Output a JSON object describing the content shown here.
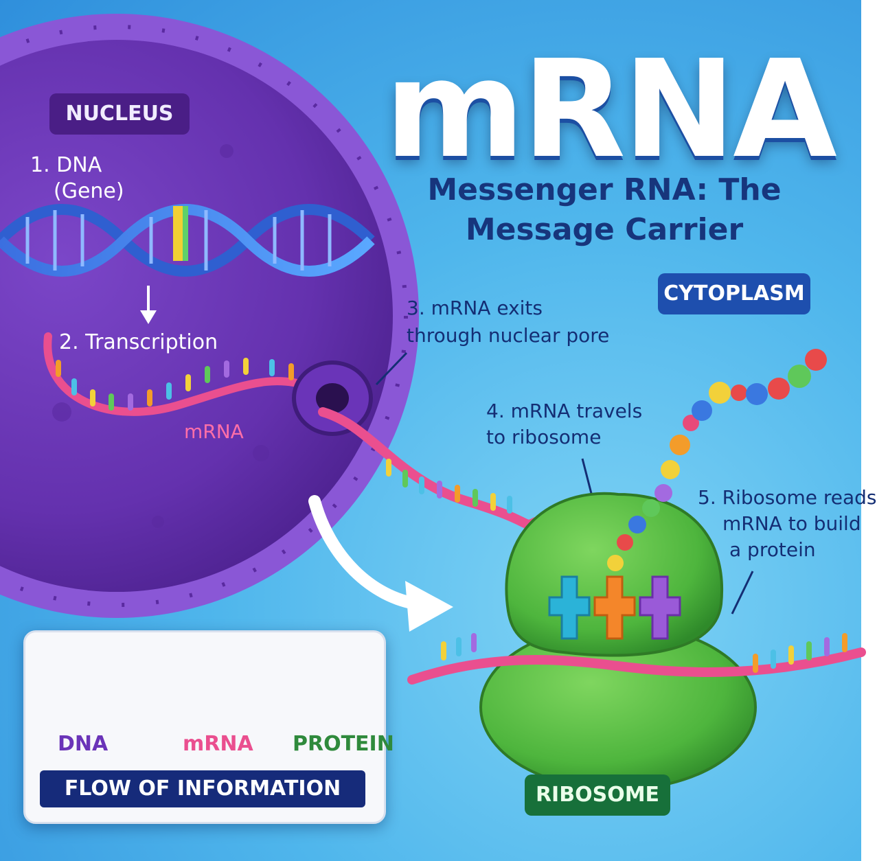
{
  "title": "mRNA",
  "subtitle": "Messenger RNA: The Message Carrier",
  "regions": {
    "nucleus": "NUCLEUS",
    "cytoplasm": "CYTOPLASM",
    "ribosome": "RIBOSOME"
  },
  "steps": {
    "step1_line1": "1. DNA",
    "step1_line2": "(Gene)",
    "step2": "2. Transcription",
    "mrna_label": "mRNA",
    "step3_line1": "3. mRNA exits",
    "step3_line2": "through nuclear pore",
    "step4_line1": "4. mRNA travels",
    "step4_line2": "to ribosome",
    "step5_line1": "5. Ribosome reads",
    "step5_line2": "mRNA to build",
    "step5_line3": "a protein"
  },
  "flow": {
    "dna": "DNA",
    "mrna": "mRNA",
    "protein": "PROTEIN",
    "caption": "FLOW OF INFORMATION"
  },
  "colors": {
    "nucleus": "#6a34b8",
    "mrna": "#ea4f8f",
    "ribosome": "#4eb53d",
    "dna": "#2f6fe0",
    "protein_green": "#2f8a3c",
    "flow_bar": "#162b7a"
  }
}
